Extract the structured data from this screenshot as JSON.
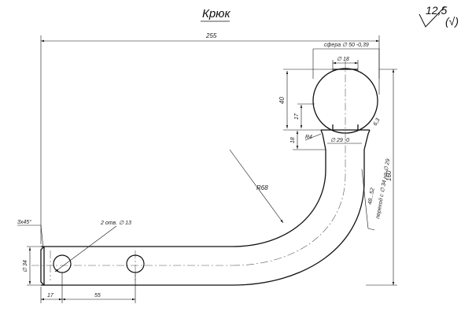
{
  "title": "Крюк",
  "roughness": {
    "value": "12,5",
    "symbol": "(√)"
  },
  "dimensions": {
    "overall_length": "255",
    "overall_height": "160",
    "sphere": "сфера ∅ 50 -0,39",
    "neck_diameter": "∅ 18",
    "ball_height": "40",
    "neck_height": "17",
    "collar_height": "18",
    "collar_radius": "R4",
    "collar_diameter": "∅ 29 -0",
    "bend_radius": "R68",
    "transition": "переход с ∅ 34 на ∅ 29",
    "transition_length": "48...52",
    "bar_diameter": "∅ 34",
    "chamfer": "3x45°",
    "holes": "2 отв. ∅ 13",
    "first_hole": "17",
    "hole_spacing": "55",
    "ball_roughness": "6,3"
  }
}
